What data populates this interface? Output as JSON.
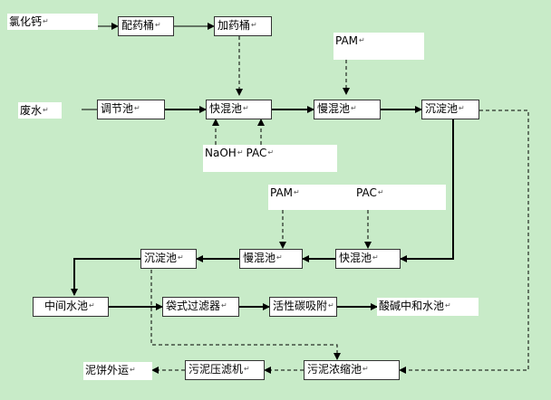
{
  "inputs": {
    "calcium_chloride": "氯化钙",
    "wastewater": "废水",
    "pam_1": "PAM",
    "naoh": "NaOH",
    "pac_1": "PAC",
    "pam_2": "PAM",
    "pac_2": "PAC"
  },
  "units": {
    "dosing_tank": "配药桶",
    "feed_tank": "加药桶",
    "equalization_tank": "调节池",
    "fast_mix_1": "快混池",
    "slow_mix_1": "慢混池",
    "sedimentation_1": "沉淀池",
    "fast_mix_2": "快混池",
    "slow_mix_2": "慢混池",
    "sedimentation_2": "沉淀池",
    "intermediate_tank": "中间水池",
    "bag_filter": "袋式过滤器",
    "activated_carbon": "活性碳吸附",
    "neutralization_tank": "酸碱中和水池",
    "sludge_press": "污泥压滤机",
    "sludge_thickener": "污泥浓缩池",
    "sludge_cake_out": "泥饼外运"
  },
  "paragraph_mark": "↵",
  "colors": {
    "background": "#c8ebc8",
    "box_fill": "#ffffff",
    "line": "#000000"
  }
}
